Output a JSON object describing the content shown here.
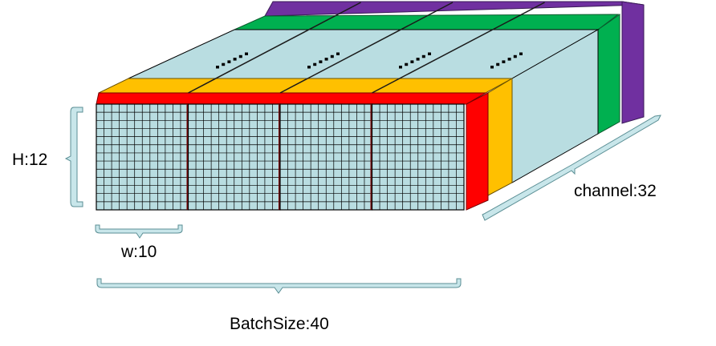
{
  "labels": {
    "height": "H:12",
    "width": "w:10",
    "batch": "BatchSize:40",
    "channel": "channel:32"
  },
  "dimensions": {
    "H": 12,
    "W": 10,
    "batch_size": 40,
    "channels": 32
  },
  "visible_blocks": 4,
  "ellipsis": "......",
  "colors": {
    "face": "#b9dde1",
    "grid_line": "#000000",
    "channel_red": "#ff0000",
    "channel_orange": "#ffc000",
    "channel_green": "#00b050",
    "channel_purple": "#7030a0",
    "bracket_fill": "#c8e6ea",
    "bracket_stroke": "#5b8f95"
  }
}
